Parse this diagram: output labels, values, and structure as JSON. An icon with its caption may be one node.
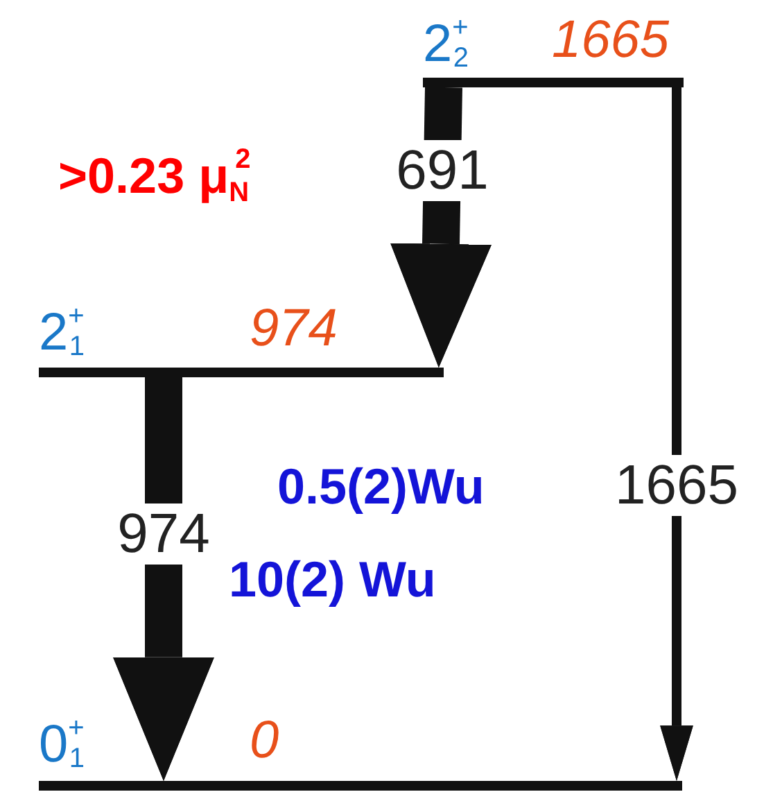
{
  "diagram": {
    "nodes": [
      {
        "text": [],
        "shape": "bar",
        "beside": [
          "2$^{+}$$_{2}$",
          "1665"
        ]
      },
      {
        "text": [],
        "shape": "bar",
        "beside": [
          "2$^{+}$$_{1}$",
          "974"
        ]
      },
      {
        "text": [],
        "shape": "bar",
        "beside": [
          "0$^{+}$$_{1}$",
          "0"
        ]
      }
    ],
    "edges": [
      {
        "from": 0,
        "to": 1,
        "arrow": "to",
        "label": "691"
      },
      {
        "from": 1,
        "to": 2,
        "arrow": "to",
        "label": "974"
      },
      {
        "from": 0,
        "to": 2,
        "arrow": "to",
        "label": "1665"
      }
    ],
    "labels": [
      ">0.23 μ$_{N}$$^{2}$",
      "0.5(2)Wu",
      "10(2) Wu"
    ]
  }
}
